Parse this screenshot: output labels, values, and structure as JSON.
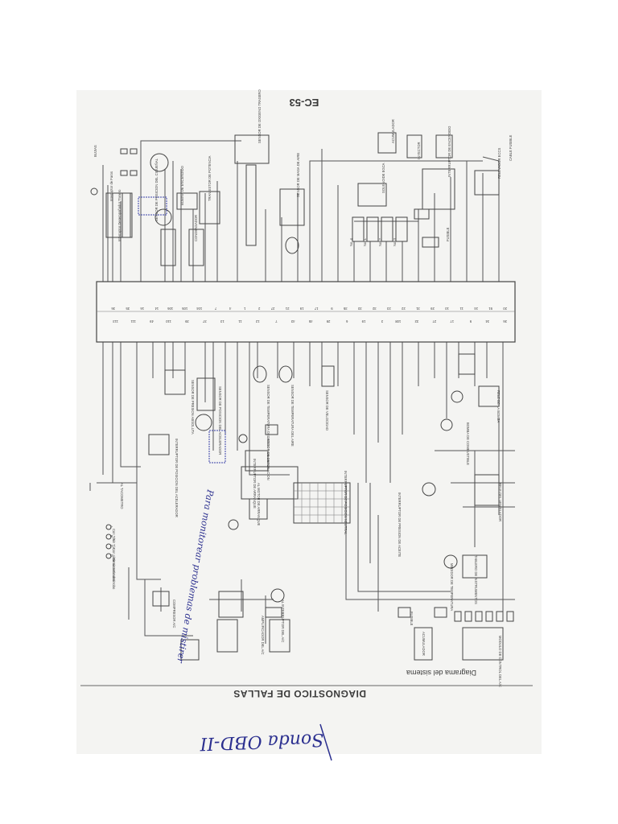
{
  "page": {
    "code": "EC-53",
    "title": "DIAGNOSTICO DE FALLAS",
    "section": "Diagrama del sistema"
  },
  "ecu": {
    "pins_left": [
      "20",
      "91",
      "24",
      "11",
      "10",
      "29",
      "31",
      "22",
      "23",
      "32",
      "33",
      "35",
      "9",
      "17",
      "19",
      "21",
      "27",
      "2",
      "1",
      "4",
      "7",
      "104",
      "105",
      "106",
      "14",
      "16",
      "35",
      "36"
    ],
    "pins_right": [
      "36",
      "34",
      "9",
      "17",
      "27",
      "32",
      "108",
      "3",
      "19",
      "6",
      "29",
      "45",
      "43",
      "7",
      "12",
      "11",
      "13",
      "37",
      "39",
      "110",
      "49",
      "111",
      "113"
    ]
  },
  "components_top": [
    {
      "label": "Interruptor Desempañador Trasero"
    },
    {
      "label": "Interruptor de Faros"
    },
    {
      "label": "BUJIAS"
    },
    {
      "label": "BOBINA DE ENCENDIDO"
    },
    {
      "label": "TRANSISTOR DE POTENCIA"
    },
    {
      "label": "SENSOR DE POSICION DEL CIGUEÑAL"
    },
    {
      "label": "CONDENSADOR"
    },
    {
      "label": "SENSOR DE OXIGENO TRASERO"
    },
    {
      "label": "SENSOR DE MASA DE AIRE"
    },
    {
      "label": "SOLENOIDE EGCA"
    },
    {
      "label": "INYECTOR"
    },
    {
      "label": "No. 1"
    },
    {
      "label": "No. 2"
    },
    {
      "label": "No. 3"
    },
    {
      "label": "No. 4"
    },
    {
      "label": "FUSIBLE"
    },
    {
      "label": "INTERRUPTOR DE ENCENDIDO"
    },
    {
      "label": "RELEVADOR ECCS"
    },
    {
      "label": "ACUMULADOR"
    },
    {
      "label": "CABLE FUSIBLE"
    }
  ],
  "components_bottom": [
    {
      "label": "SENSOR DE PRESION ABSOLUTA"
    },
    {
      "label": "SENSOR DE POSICION DEL ACELERADOR"
    },
    {
      "label": "INTERRUPTOR DE POSICION DEL ACELERADOR"
    },
    {
      "label": "SENSOR DE TEMPERATURA DEL AGUA"
    },
    {
      "label": "SENSOR DE TEMPERATURA DEL AIRE"
    },
    {
      "label": "SENSOR DE VELOCIDAD"
    },
    {
      "label": "SENSOR DE DETONACION"
    },
    {
      "label": "INTERRUPTOR DE ARRANQUE"
    },
    {
      "label": "INTERRUPTOR DE POSICION NEUTRAL"
    },
    {
      "label": "INTERRUPTOR DE PRESION DE ACEITE"
    },
    {
      "label": "MEDIDOR DE TEMPERATURA"
    },
    {
      "label": "TABLERO DE INSTRUMENTOS"
    },
    {
      "label": "RELE DEL VENTILADOR"
    },
    {
      "label": "RELE DE LA BOMBA"
    },
    {
      "label": "BOMBA DE COMBUSTIBLE"
    },
    {
      "label": "ACUMULADOR"
    },
    {
      "label": "MODULO DE CONTROL DEL A/C"
    },
    {
      "label": "COMPRESOR A/C"
    },
    {
      "label": "AL INTERRUPTOR DEL A/C"
    },
    {
      "label": "AL MOTOR DE ARRANQUE"
    },
    {
      "label": "AL TACOMETRO"
    },
    {
      "label": "AMPLIFICADOR DEL A/C"
    },
    {
      "label": "FUSIBLE"
    }
  ],
  "legend": [
    {
      "symbol": "A",
      "text": "Con T/A"
    },
    {
      "symbol": "B",
      "text": "Sin T/A"
    },
    {
      "symbol": "C",
      "text": "Con sistema antirrobo"
    },
    {
      "symbol": "D",
      "text": "Sin sistema antirrobo"
    }
  ],
  "handwriting": {
    "note": "Para monitorear problemas de mistirer",
    "footer": "Sonda OBD-II"
  }
}
